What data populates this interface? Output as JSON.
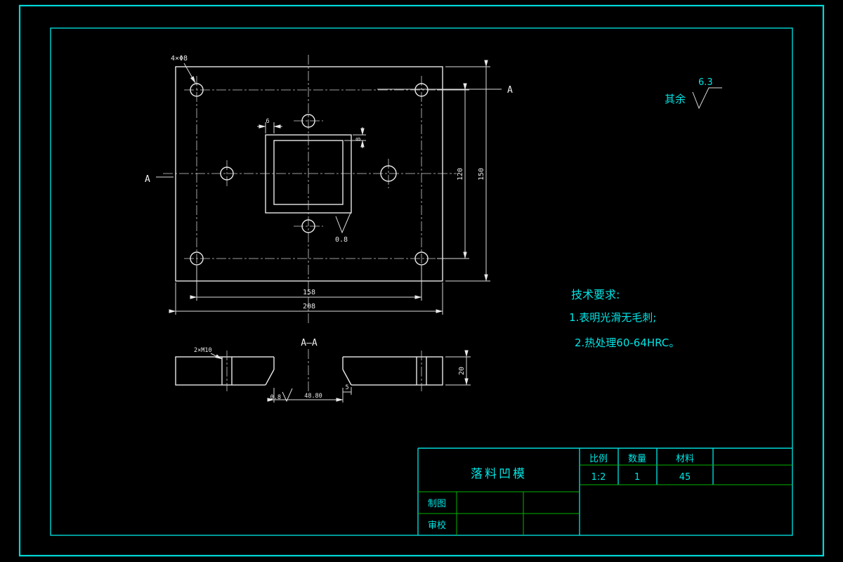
{
  "drawing": {
    "top_view": {
      "hole_callout": "4×Φ8",
      "section_letter_left": "A",
      "section_letter_right": "A",
      "dim_width_inner": "158",
      "dim_width_outer": "208",
      "dim_height_inner": "120",
      "dim_height_outer": "150",
      "dim_square_top": "6",
      "dim_square_side": "8",
      "roughness_square": "0.8"
    },
    "section_view": {
      "title": "A—A",
      "thread_callout": "2×M10",
      "dim_thickness": "20",
      "dim_opening": "48.80",
      "dim_step": "5",
      "roughness": "0.8"
    },
    "general_roughness": {
      "prefix": "其余",
      "value": "6.3"
    },
    "tech_requirements": {
      "title": "技术要求:",
      "item1": "1.表明光滑无毛刺;",
      "item2": "2.热处理60-64HRC。"
    }
  },
  "title_block": {
    "part_name": "落料凹模",
    "col_scale": "比例",
    "col_qty": "数量",
    "col_material": "材料",
    "scale_value": "1:2",
    "qty_value": "1",
    "material_value": "45",
    "row_draft": "制图",
    "row_check": "审校"
  },
  "colors": {
    "background": "#000000",
    "frame_cyan": "#00d8d8",
    "object_line": "#e8e8e8",
    "annotation_cyan": "#00e5e5",
    "table_green": "#00b400"
  }
}
